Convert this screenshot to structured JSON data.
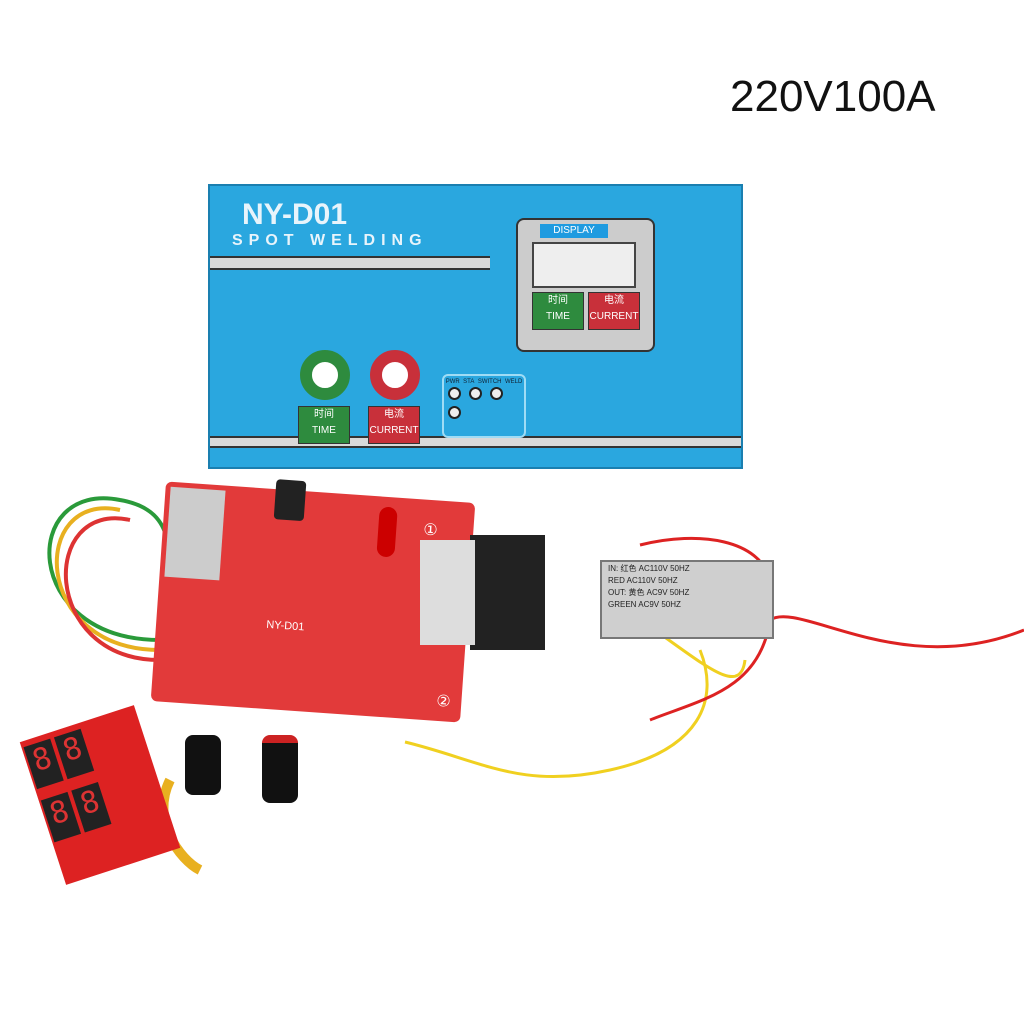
{
  "title": "220V100A",
  "panel": {
    "model": "NY-D01",
    "subtitle": "SPOT WELDING",
    "display_label": "DISPLAY",
    "buttons": [
      {
        "cn": "时间",
        "en": "TIME",
        "color": "#2e8b3e"
      },
      {
        "cn": "电流",
        "en": "CURRENT",
        "color": "#c8303a"
      }
    ],
    "leds": [
      "PWR",
      "STA",
      "SWITCH",
      "WELD"
    ]
  },
  "board": {
    "label": "NY-D01",
    "marker1": "①",
    "marker2": "②"
  },
  "transformer": {
    "lines": [
      "IN: 红色  AC110V  50HZ",
      "RED  AC110V  50HZ",
      "OUT: 黄色  AC9V  50HZ",
      "GREEN  AC9V  50HZ"
    ]
  },
  "display_module": {
    "digits": [
      "8",
      "8",
      "8",
      "8"
    ]
  },
  "colors": {
    "panel": "#2aa7df",
    "board": "#e23a3a"
  }
}
